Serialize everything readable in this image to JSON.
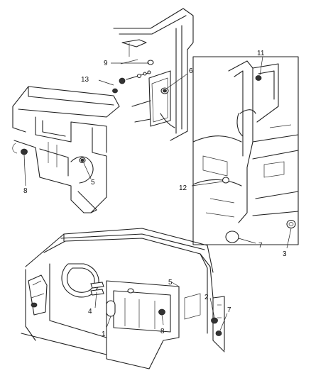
{
  "callouts": {
    "c1": "1",
    "c2": "2",
    "c3": "3",
    "c4": "4",
    "c5a": "5",
    "c5b": "5",
    "c6": "6",
    "c7a": "7",
    "c7b": "7",
    "c8a": "8",
    "c8b": "8",
    "c9": "9",
    "c11": "11",
    "c12": "12",
    "c13": "13"
  }
}
